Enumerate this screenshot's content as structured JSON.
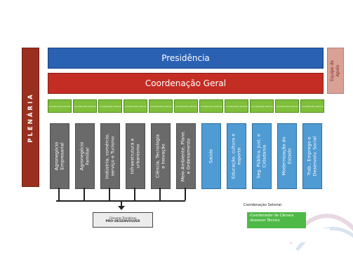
{
  "plenaria": "PLENÁRIA",
  "presidencia": "Presidência",
  "coordenacao_geral": "Coordenação Geral",
  "equipe_apoio": [
    "Equipe de",
    "Apoio"
  ],
  "coord_cells": [
    "coordenação setorial",
    "coordenação setorial",
    "coordenação setorial",
    "coordenação setorial",
    "coordenação setorial",
    "coordenação setorial",
    "coordenação setorial",
    "coordenação setorial",
    "coordenação setorial",
    "coordenação setorial",
    "coordenação setorial",
    "coordenação setorial"
  ],
  "groups": [
    {
      "lines": [
        "Agronegócio",
        "Empresarial"
      ],
      "kind": "gray"
    },
    {
      "lines": [
        "Agronegócio",
        "Familiar"
      ],
      "kind": "gray"
    },
    {
      "lines": [
        "Indústria, comércio,",
        "serviço e Turismo"
      ],
      "kind": "gray"
    },
    {
      "lines": [
        "Infraestrutura e",
        "urbanismo"
      ],
      "kind": "gray"
    },
    {
      "lines": [
        "Ciência, Tecnologia",
        "e Inovação"
      ],
      "kind": "gray"
    },
    {
      "lines": [
        "Meio Ambiente, Plane.",
        "e Ordenamento"
      ],
      "kind": "gray"
    },
    {
      "lines": [
        "Saúde"
      ],
      "kind": "blue"
    },
    {
      "lines": [
        "Educação, cultura e",
        "esporte"
      ],
      "kind": "blue"
    },
    {
      "lines": [
        "Seg. Pública, Just. e",
        "Cidadania"
      ],
      "kind": "blue"
    },
    {
      "lines": [
        "Modernização do",
        "Estado"
      ],
      "kind": "blue"
    },
    {
      "lines": [
        "Trab., Emprego e",
        "Desenvolv. Social"
      ],
      "kind": "blue"
    }
  ],
  "camaras": {
    "line1": "Câmaras Temáticas",
    "line2": "PRÓ-DESENVOLVER"
  },
  "coord_setorial": {
    "label": "Coordenação Setorial:",
    "items": [
      "-Coordenador de Câmara",
      "-Assessor Técnico"
    ]
  },
  "colors": {
    "presidencia": "#2a61b3",
    "coordenacao": "#c42d24",
    "plenaria": "#9b2f1f",
    "green": "#7fbf3a",
    "gray": "#6a6a6a",
    "blue": "#4f9bd3"
  }
}
